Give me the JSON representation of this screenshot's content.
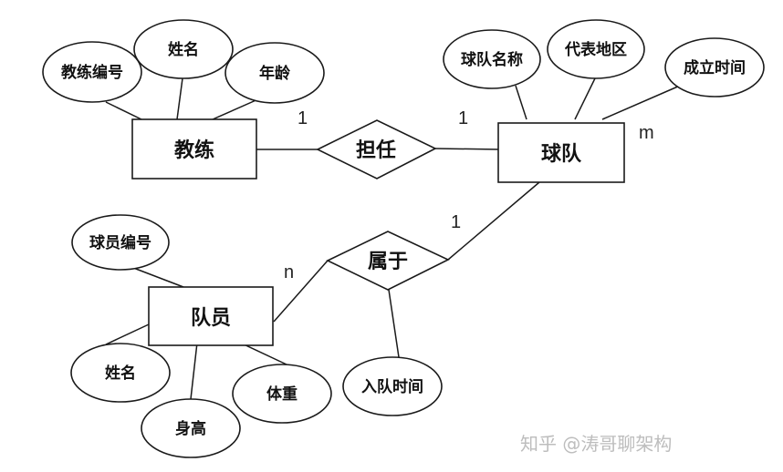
{
  "diagram": {
    "type": "er-diagram",
    "entities": [
      {
        "id": "coach",
        "label": "教练",
        "attributes": [
          "教练编号",
          "姓名",
          "年龄"
        ]
      },
      {
        "id": "team",
        "label": "球队",
        "attributes": [
          "球队名称",
          "代表地区",
          "成立时间"
        ]
      },
      {
        "id": "player",
        "label": "队员",
        "attributes": [
          "球员编号",
          "姓名",
          "身高",
          "体重"
        ]
      }
    ],
    "relationships": [
      {
        "id": "serve",
        "label": "担任",
        "from": "coach",
        "to": "team",
        "from_card": "1",
        "to_card": "1",
        "attributes": []
      },
      {
        "id": "belong",
        "label": "属于",
        "from": "player",
        "to": "team",
        "from_card": "n",
        "to_card": "1",
        "attributes": [
          "入队时间"
        ]
      }
    ],
    "extra_labels": {
      "team_m": "m"
    }
  },
  "watermark": "知乎 @涛哥聊架构"
}
